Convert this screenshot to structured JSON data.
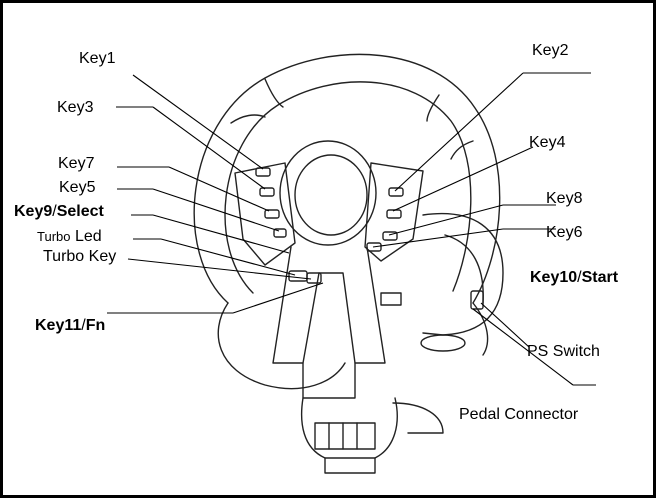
{
  "labels": {
    "key1": "Key1",
    "key2": "Key2",
    "key3": "Key3",
    "key4": "Key4",
    "key5": "Key5",
    "key6": "Key6",
    "key7": "Key7",
    "key8": "Key8",
    "key9": "Key9",
    "select": "Select",
    "turbo_led_prefix": "Turbo",
    "turbo_led_word": "Led",
    "turbo_key": "Turbo Key",
    "key10": "Key10",
    "start": "Start",
    "key11": "Key11",
    "fn": "Fn",
    "ps_switch": "PS Switch",
    "pedal_connector": "Pedal Connector",
    "slash": "/"
  }
}
